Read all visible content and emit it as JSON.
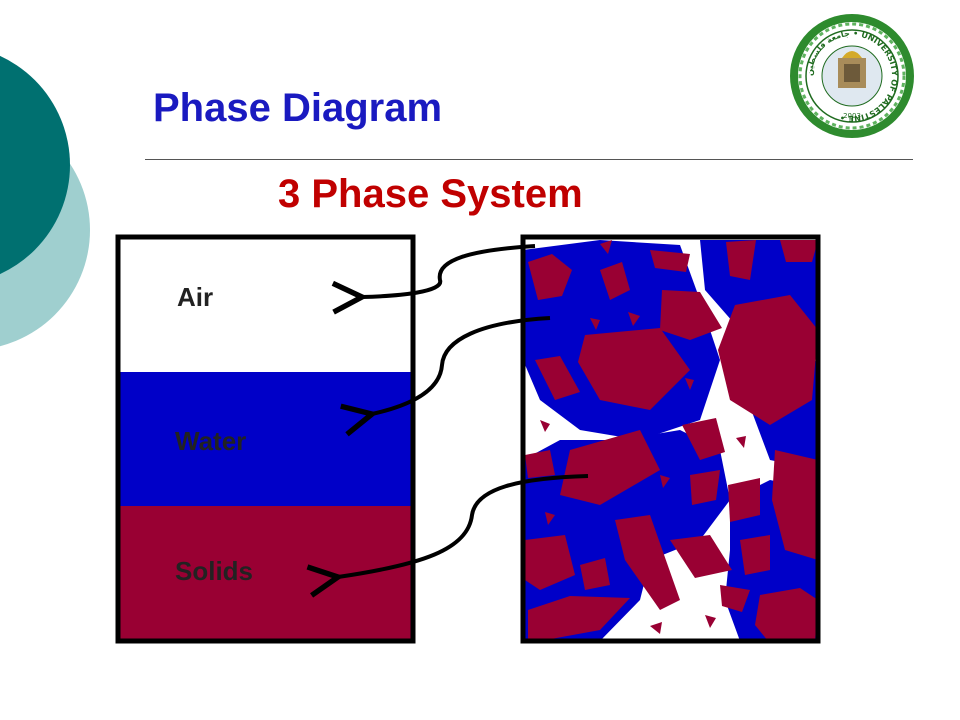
{
  "slide": {
    "title": "Phase Diagram",
    "subtitle": "3 Phase System"
  },
  "diagram": {
    "phases": [
      {
        "label": "Air",
        "color": "#ffffff"
      },
      {
        "label": "Water",
        "color": "#0000c8"
      },
      {
        "label": "Solids",
        "color": "#990033"
      }
    ]
  },
  "logo": {
    "text": "جامعة فلسطين • UNIVERSITY OF PALESTINE •",
    "year": "2003"
  },
  "colors": {
    "title": "#1a1ac0",
    "subtitle": "#c00000",
    "accent_teal_dark": "#007070",
    "accent_teal_light": "#9fcfcf"
  }
}
